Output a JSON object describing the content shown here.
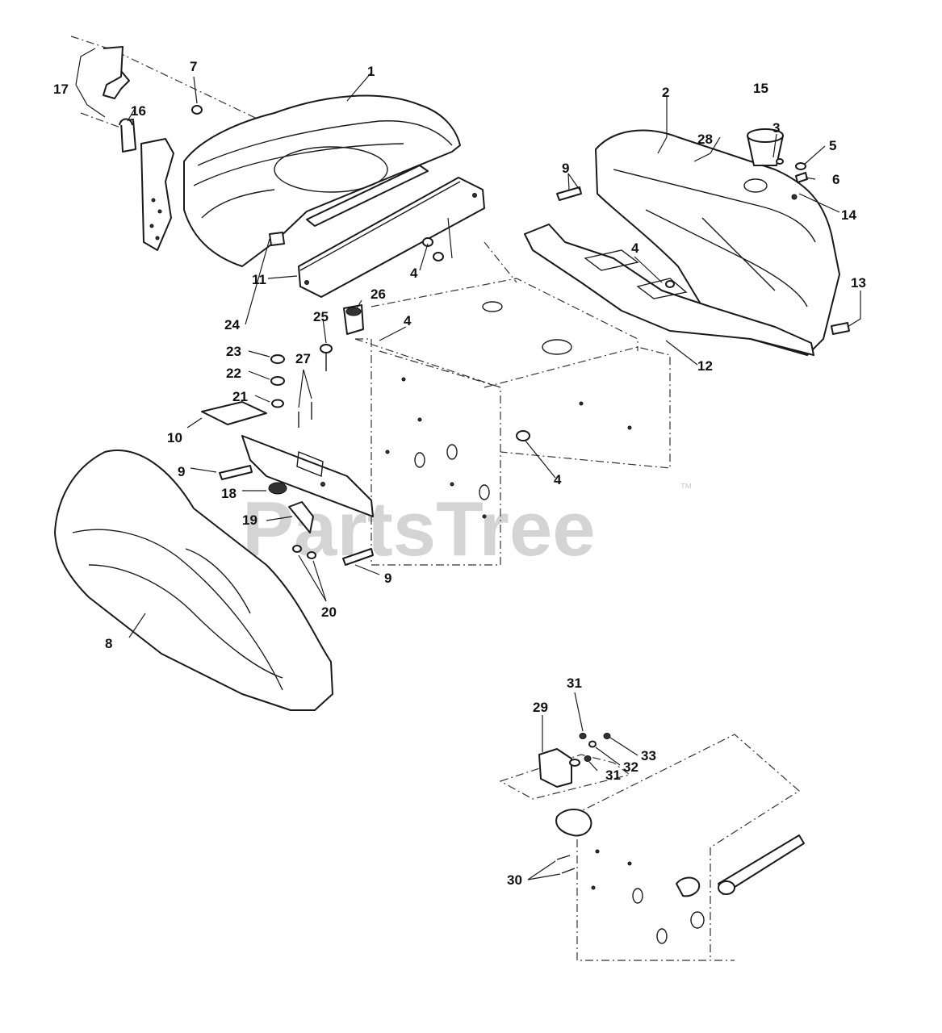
{
  "watermark": {
    "brand": "PartsTree",
    "trademark": "™"
  },
  "callouts": [
    {
      "id": "c1",
      "label": "1"
    },
    {
      "id": "c2",
      "label": "2"
    },
    {
      "id": "c3",
      "label": "3"
    },
    {
      "id": "c4a",
      "label": "4"
    },
    {
      "id": "c4b",
      "label": "4"
    },
    {
      "id": "c4c",
      "label": "4"
    },
    {
      "id": "c4d",
      "label": "4"
    },
    {
      "id": "c5",
      "label": "5"
    },
    {
      "id": "c6",
      "label": "6"
    },
    {
      "id": "c7",
      "label": "7"
    },
    {
      "id": "c8",
      "label": "8"
    },
    {
      "id": "c9a",
      "label": "9"
    },
    {
      "id": "c9b",
      "label": "9"
    },
    {
      "id": "c9c",
      "label": "9"
    },
    {
      "id": "c10",
      "label": "10"
    },
    {
      "id": "c11",
      "label": "11"
    },
    {
      "id": "c12",
      "label": "12"
    },
    {
      "id": "c13",
      "label": "13"
    },
    {
      "id": "c14",
      "label": "14"
    },
    {
      "id": "c15",
      "label": "15"
    },
    {
      "id": "c16",
      "label": "16"
    },
    {
      "id": "c17",
      "label": "17"
    },
    {
      "id": "c18",
      "label": "18"
    },
    {
      "id": "c19",
      "label": "19"
    },
    {
      "id": "c20",
      "label": "20"
    },
    {
      "id": "c21",
      "label": "21"
    },
    {
      "id": "c22",
      "label": "22"
    },
    {
      "id": "c23",
      "label": "23"
    },
    {
      "id": "c24",
      "label": "24"
    },
    {
      "id": "c25",
      "label": "25"
    },
    {
      "id": "c26",
      "label": "26"
    },
    {
      "id": "c27",
      "label": "27"
    },
    {
      "id": "c28",
      "label": "28"
    },
    {
      "id": "c29",
      "label": "29"
    },
    {
      "id": "c30",
      "label": "30"
    },
    {
      "id": "c31a",
      "label": "31"
    },
    {
      "id": "c31b",
      "label": "31"
    },
    {
      "id": "c32",
      "label": "32"
    },
    {
      "id": "c33",
      "label": "33"
    }
  ]
}
